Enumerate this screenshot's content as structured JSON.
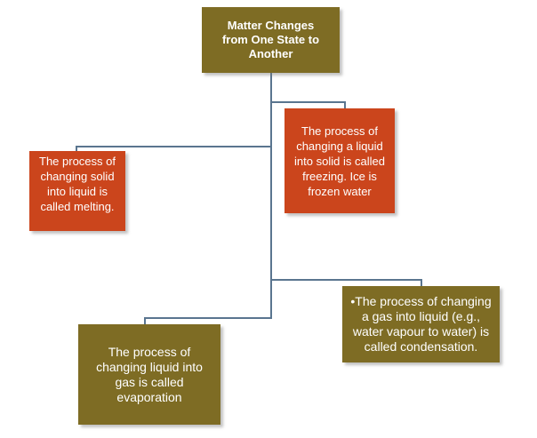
{
  "diagram": {
    "title": "Matter Changes from One State to Another",
    "colors": {
      "olive_box": "#7e6c24",
      "orange_box": "#cb451c",
      "connector_line": "#5a758f",
      "text": "#ffffff",
      "background": "#ffffff"
    },
    "root": {
      "label": "Matter Changes from One State to Another"
    },
    "nodes": {
      "melting": {
        "label": "The process of changing solid into liquid is called melting."
      },
      "freezing": {
        "label": "The process of changing a liquid into solid is called freezing. Ice is frozen water"
      },
      "condensation": {
        "label": "•The process of changing a gas into liquid (e.g., water vapour to water) is called condensation."
      },
      "evaporation": {
        "label": "The process of changing liquid into gas is called evaporation"
      }
    }
  }
}
